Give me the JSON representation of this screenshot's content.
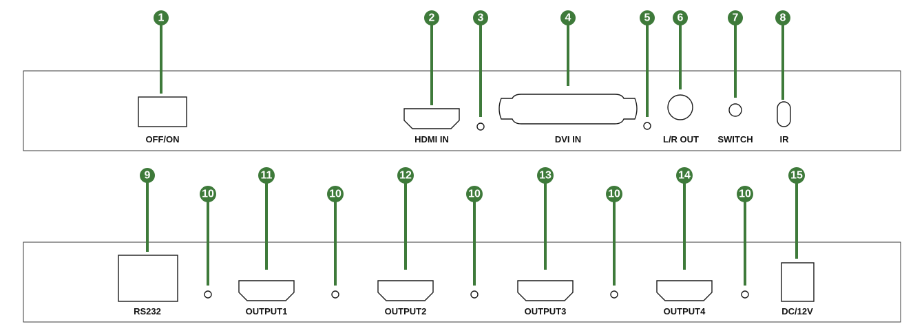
{
  "front_panel": {
    "labels": {
      "off_on": "OFF/ON",
      "hdmi_in": "HDMI IN",
      "dvi_in": "DVI  IN",
      "lr_out": "L/R OUT",
      "switch": "SWITCH",
      "ir": "IR"
    }
  },
  "rear_panel": {
    "labels": {
      "rs232": "RS232",
      "output1": "OUTPUT1",
      "output2": "OUTPUT2",
      "output3": "OUTPUT3",
      "output4": "OUTPUT4",
      "dc_12v": "DC/12V"
    }
  },
  "callouts": {
    "n1": "1",
    "n2": "2",
    "n3": "3",
    "n4": "4",
    "n5": "5",
    "n6": "6",
    "n7": "7",
    "n8": "8",
    "n9": "9",
    "n10": "10",
    "n11": "11",
    "n12": "12",
    "n13": "13",
    "n14": "14",
    "n15": "15"
  },
  "colors": {
    "callout": "#3e7a3a",
    "outline": "#1a1a1a"
  }
}
